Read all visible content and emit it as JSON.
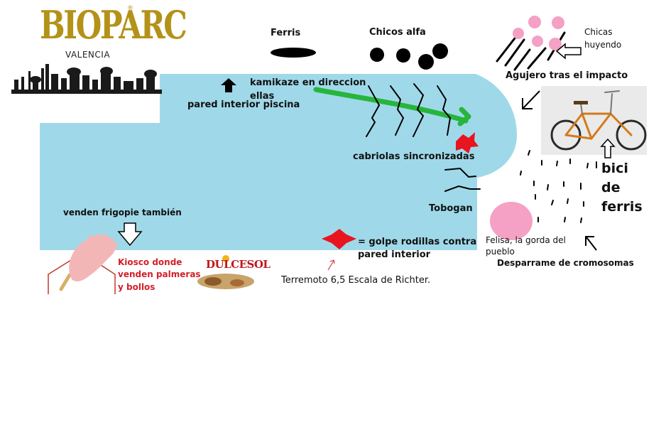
{
  "logo": {
    "name": "BIOPARC",
    "registered": "®",
    "city": "VALENCIA"
  },
  "labels": {
    "ferris": "Ferris",
    "chicos_alfa": "Chicos alfa",
    "chicas_huyendo_1": "Chicas",
    "chicas_huyendo_2": "huyendo",
    "agujero": "Agujero tras el impacto",
    "kamikaze_1": "kamikaze en direccion",
    "kamikaze_2": "ellas",
    "pared_interior": "pared interior piscina",
    "cabriolas": "cabriolas sincronizadas",
    "tobogan": "Tobogan",
    "bici": [
      "bici",
      "de",
      "ferris"
    ],
    "felisa_1": "Felisa, la gorda del",
    "felisa_2": "pueblo",
    "desparrame": "Desparrame de cromosomas",
    "golpe_1": "= golpe rodillas contra",
    "golpe_2": "pared interior",
    "terremoto": "Terremoto 6,5 Escala de Richter.",
    "frigopie": "venden frigopie también",
    "kiosco": [
      "Kiosco donde",
      "venden palmeras",
      "y bollos"
    ]
  },
  "brand": {
    "dulcesol": "DULCESOL"
  },
  "colors": {
    "pool": "#9fd9e9",
    "green_arrow": "#27b53b",
    "pink": "#f5a0c5",
    "red_star": "#e8141e",
    "logo_gold": "#b39218",
    "kiosco_red": "#d2202b"
  }
}
